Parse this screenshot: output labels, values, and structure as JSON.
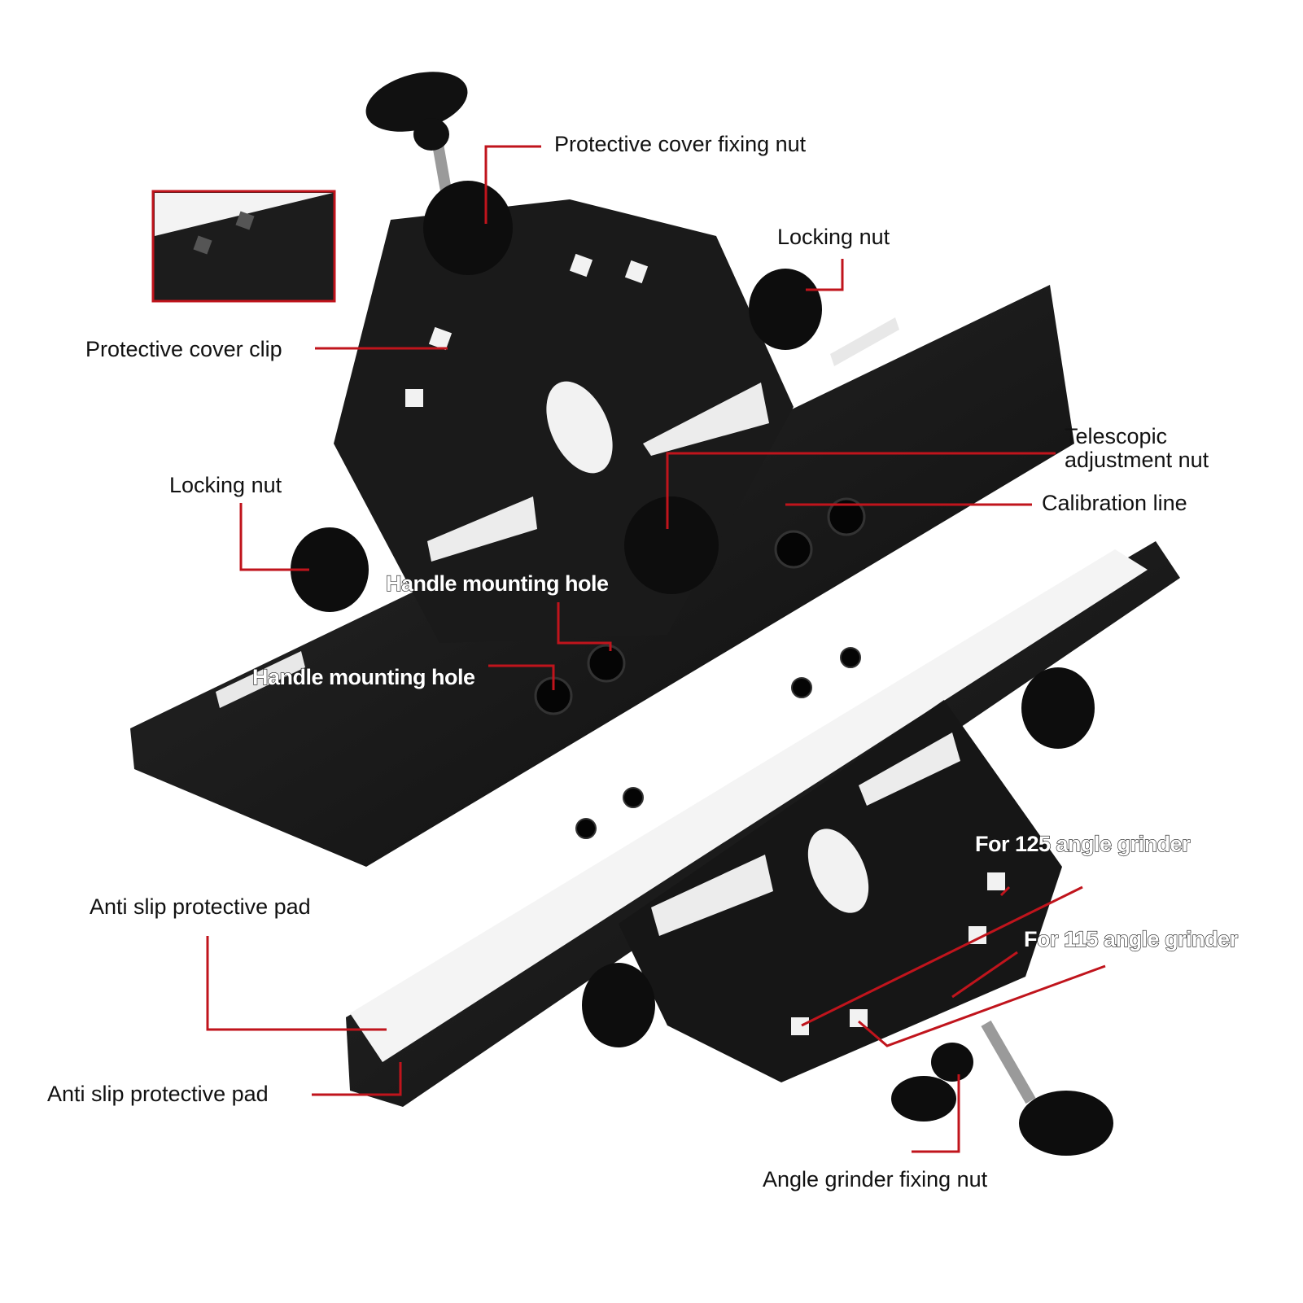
{
  "labels": {
    "protective_cover_fixing_nut": "Protective cover fixing nut",
    "locking_nut_top": "Locking nut",
    "protective_cover_clip": "Protective cover clip",
    "telescopic_line1": "Telescopic",
    "telescopic_line2": "adjustment nut",
    "calibration_line": "Calibration line",
    "locking_nut_left": "Locking nut",
    "handle_mounting_hole_1": "Handle mounting hole",
    "handle_mounting_hole_2": "Handle mounting hole",
    "for_125": "For 125 angle grinder",
    "for_115": "For 115 angle grinder",
    "anti_slip_pad_1": "Anti slip protective pad",
    "anti_slip_pad_2": "Anti slip protective pad",
    "angle_grinder_fixing_nut": "Angle grinder fixing nut"
  },
  "colors": {
    "leader": "#c0141c",
    "metal": "#141414",
    "pad": "#f4f4f4"
  }
}
